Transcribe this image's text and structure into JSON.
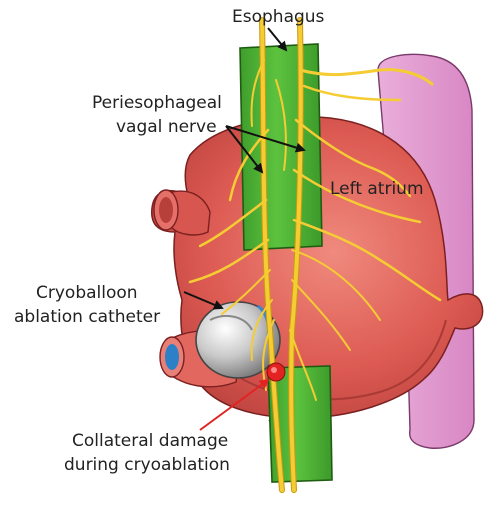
{
  "labels": {
    "esophagus": "Esophagus",
    "vagal_nerve_line1": "Periesophageal",
    "vagal_nerve_line2": "vagal nerve",
    "left_atrium": "Left atrium",
    "cryoballoon_line1": "Cryoballoon",
    "cryoballoon_line2": "ablation catheter",
    "collateral_line1": "Collateral damage",
    "collateral_line2": "during cryoablation"
  },
  "colors": {
    "esophagus": "#56b83a",
    "nerve": "#f5cc33",
    "left_atrium": "#d9534f",
    "pulmonary_structure": "#e6a0d2",
    "balloon": "#cfcfcf",
    "damage": "#e32222",
    "arrow_black": "#111111",
    "arrow_red": "#e32222"
  }
}
